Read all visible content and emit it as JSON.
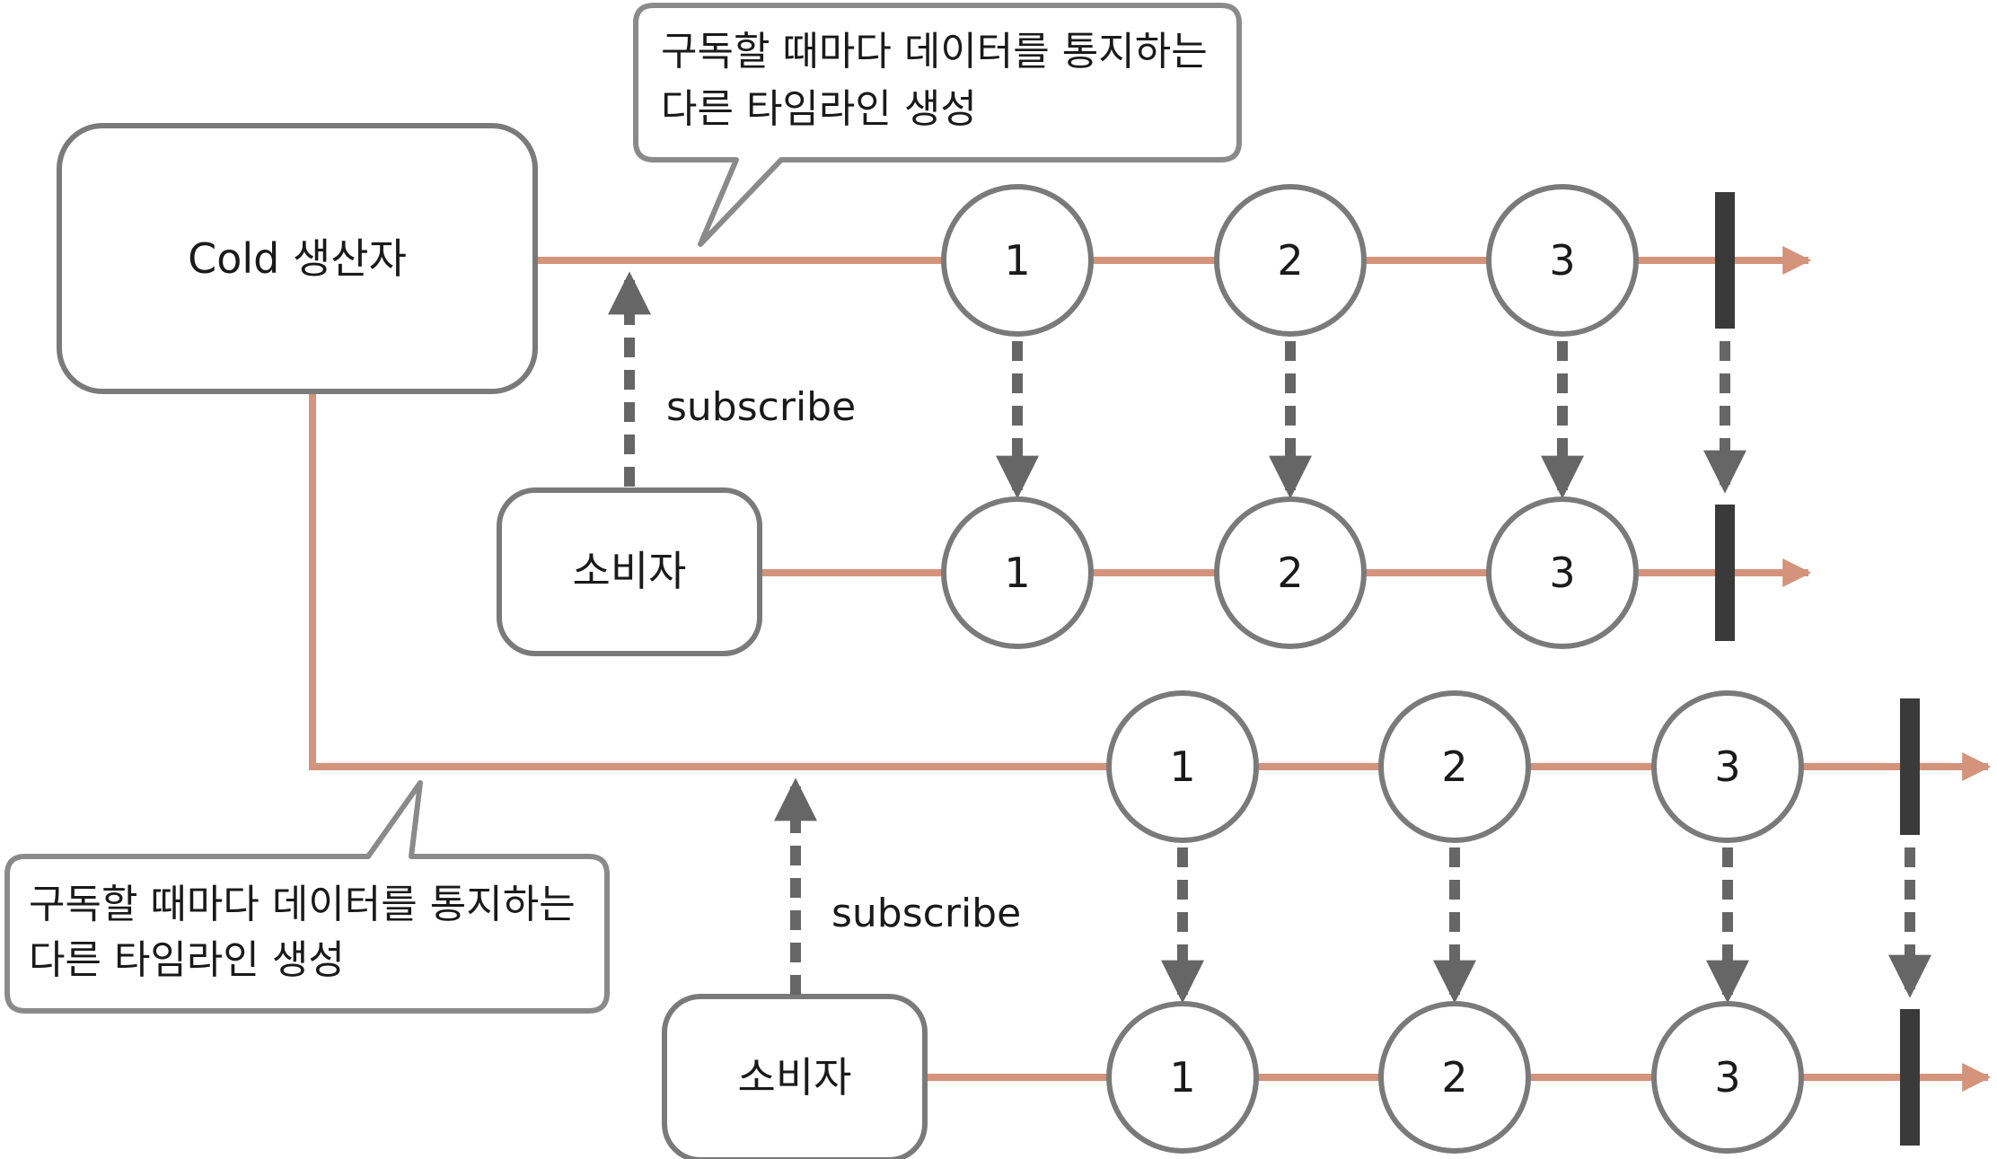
{
  "producer": {
    "label": "Cold 생산자"
  },
  "consumer_label": "소비자",
  "subscribe_label": "subscribe",
  "callout_lines": [
    "구독할 때마다 데이터를 통지하는",
    "다른 타임라인 생성"
  ],
  "items": [
    "1",
    "2",
    "3"
  ],
  "colors": {
    "timeline": "#d4937b",
    "stroke": "#7a7a7a",
    "arrow": "#666666",
    "end_bar": "#3a3a3a"
  }
}
